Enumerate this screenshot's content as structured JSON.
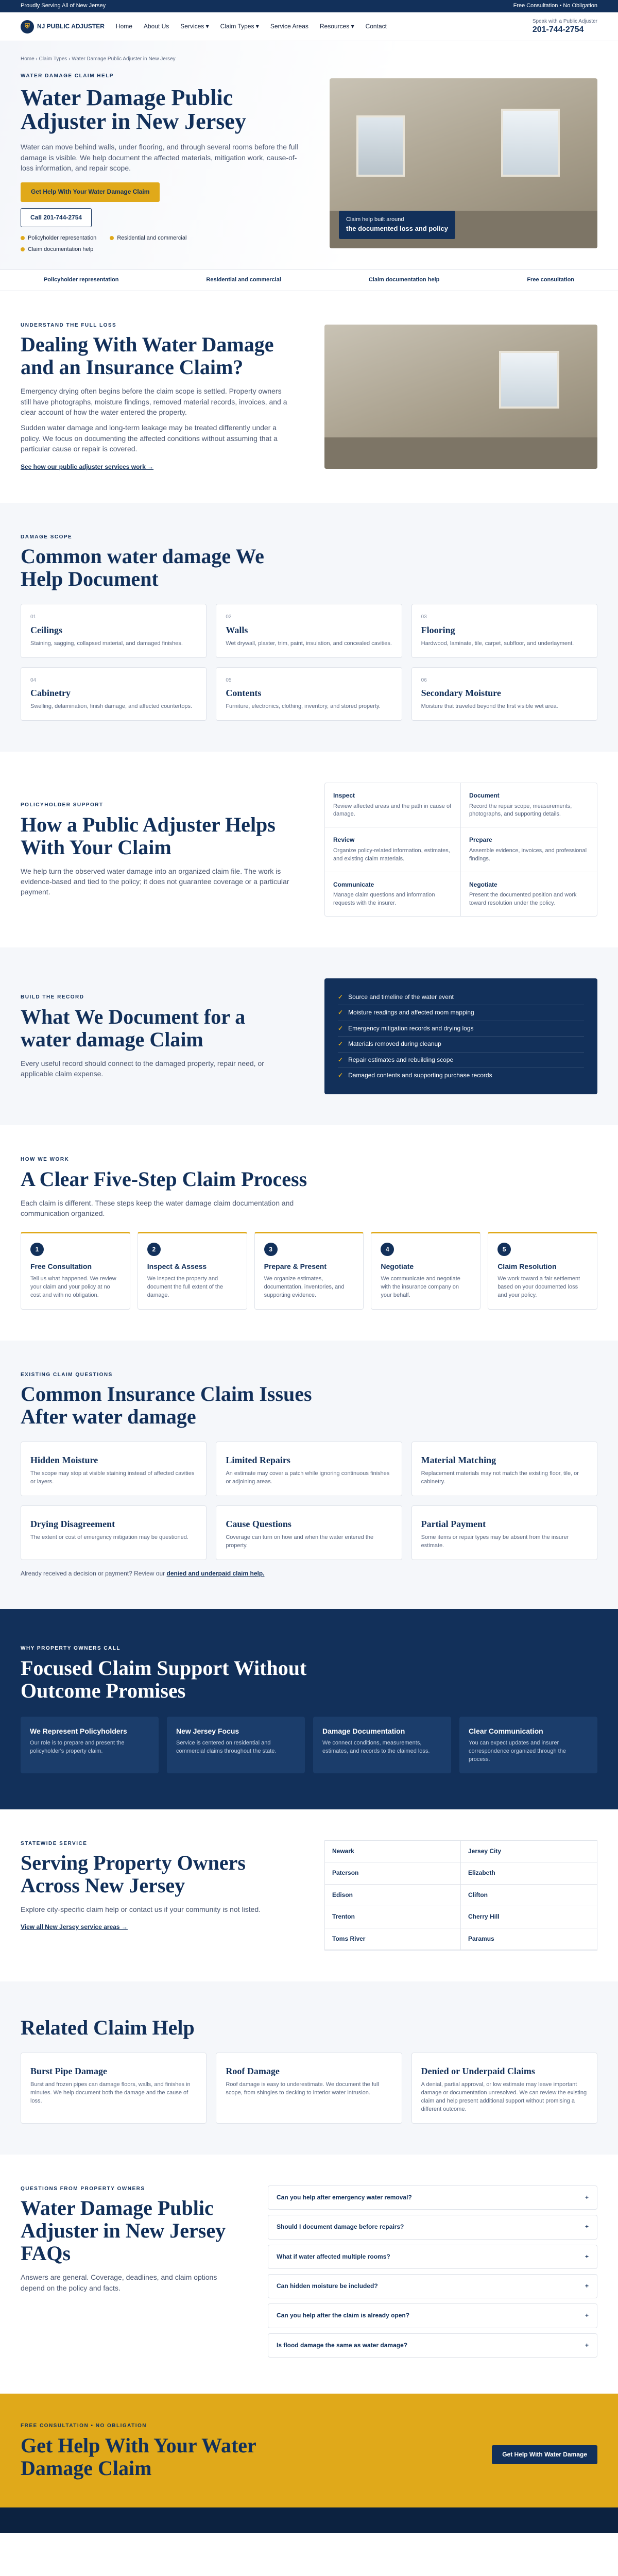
{
  "topbar": {
    "left": "Proudly Serving All of New Jersey",
    "right": "Free Consultation • No Obligation"
  },
  "nav": {
    "logo": "NJ PUBLIC ADJUSTER",
    "links": [
      "Home",
      "About Us",
      "Services ▾",
      "Claim Types ▾",
      "Service Areas",
      "Resources ▾",
      "Contact"
    ],
    "call_label": "Speak with a Public Adjuster",
    "phone": "201-744-2754"
  },
  "hero": {
    "crumbs": "Home  ›  Claim Types  ›  Water Damage Public Adjuster in New Jersey",
    "eyebrow": "WATER DAMAGE CLAIM HELP",
    "title": "Water Damage Public Adjuster in New Jersey",
    "lead": "Water can move behind walls, under flooring, and through several rooms before the full damage is visible. We help document the affected materials, mitigation work, cause-of-loss information, and repair scope.",
    "cta": "Get Help With Your Water Damage Claim",
    "phone_btn": "Call 201-744-2754",
    "bullets": [
      "Policyholder representation",
      "Residential and commercial",
      "Claim documentation help"
    ],
    "caption_small": "Claim help built around",
    "caption_big": "the documented loss and policy"
  },
  "strip": [
    "Policyholder representation",
    "Residential and commercial",
    "Claim documentation help",
    "Free consultation"
  ],
  "loss": {
    "eyebrow": "UNDERSTAND THE FULL LOSS",
    "title": "Dealing With Water Damage and an Insurance Claim?",
    "p1": "Emergency drying often begins before the claim scope is settled. Property owners still have photographs, moisture findings, removed material records, invoices, and a clear account of how the water entered the property.",
    "p2": "Sudden water damage and long-term leakage may be treated differently under a policy. We focus on documenting the affected conditions without assuming that a particular cause or repair is covered.",
    "link": "See how our public adjuster services work →"
  },
  "document": {
    "eyebrow": "DAMAGE SCOPE",
    "title": "Common water damage We Help Document",
    "items": [
      {
        "n": "01",
        "t": "Ceilings",
        "d": "Staining, sagging, collapsed material, and damaged finishes."
      },
      {
        "n": "02",
        "t": "Walls",
        "d": "Wet drywall, plaster, trim, paint, insulation, and concealed cavities."
      },
      {
        "n": "03",
        "t": "Flooring",
        "d": "Hardwood, laminate, tile, carpet, subfloor, and underlayment."
      },
      {
        "n": "04",
        "t": "Cabinetry",
        "d": "Swelling, delamination, finish damage, and affected countertops."
      },
      {
        "n": "05",
        "t": "Contents",
        "d": "Furniture, electronics, clothing, inventory, and stored property."
      },
      {
        "n": "06",
        "t": "Secondary Moisture",
        "d": "Moisture that traveled beyond the first visible wet area."
      }
    ]
  },
  "helps": {
    "eyebrow": "POLICYHOLDER SUPPORT",
    "title": "How a Public Adjuster Helps With Your Claim",
    "lead": "We help turn the observed water damage into an organized claim file. The work is evidence-based and tied to the policy; it does not guarantee coverage or a particular payment.",
    "tiles": [
      {
        "t": "Inspect",
        "d": "Review affected areas and the path in cause of damage."
      },
      {
        "t": "Document",
        "d": "Record the repair scope, measurements, photographs, and supporting details."
      },
      {
        "t": "Review",
        "d": "Organize policy-related information, estimates, and existing claim materials."
      },
      {
        "t": "Prepare",
        "d": "Assemble evidence, invoices, and professional findings."
      },
      {
        "t": "Communicate",
        "d": "Manage claim questions and information requests with the insurer."
      },
      {
        "t": "Negotiate",
        "d": "Present the documented position and work toward resolution under the policy."
      }
    ]
  },
  "record": {
    "eyebrow": "BUILD THE RECORD",
    "title": "What We Document for a water damage Claim",
    "lead": "Every useful record should connect to the damaged property, repair need, or applicable claim expense.",
    "list": [
      "Source and timeline of the water event",
      "Moisture readings and affected room mapping",
      "Emergency mitigation records and drying logs",
      "Materials removed during cleanup",
      "Repair estimates and rebuilding scope",
      "Damaged contents and supporting purchase records"
    ]
  },
  "process": {
    "eyebrow": "HOW WE WORK",
    "title": "A Clear Five-Step Claim Process",
    "lead": "Each claim is different. These steps keep the water damage claim documentation and communication organized.",
    "steps": [
      {
        "n": "1",
        "t": "Free Consultation",
        "d": "Tell us what happened. We review your claim and your policy at no cost and with no obligation."
      },
      {
        "n": "2",
        "t": "Inspect & Assess",
        "d": "We inspect the property and document the full extent of the damage."
      },
      {
        "n": "3",
        "t": "Prepare & Present",
        "d": "We organize estimates, documentation, inventories, and supporting evidence."
      },
      {
        "n": "4",
        "t": "Negotiate",
        "d": "We communicate and negotiate with the insurance company on your behalf."
      },
      {
        "n": "5",
        "t": "Claim Resolution",
        "d": "We work toward a fair settlement based on your documented loss and your policy."
      }
    ]
  },
  "issues": {
    "eyebrow": "EXISTING CLAIM QUESTIONS",
    "title": "Common Insurance Claim Issues After water damage",
    "items": [
      {
        "t": "Hidden Moisture",
        "d": "The scope may stop at visible staining instead of affected cavities or layers."
      },
      {
        "t": "Limited Repairs",
        "d": "An estimate may cover a patch while ignoring continuous finishes or adjoining areas."
      },
      {
        "t": "Material Matching",
        "d": "Replacement materials may not match the existing floor, tile, or cabinetry."
      },
      {
        "t": "Drying Disagreement",
        "d": "The extent or cost of emergency mitigation may be questioned."
      },
      {
        "t": "Cause Questions",
        "d": "Coverage can turn on how and when the water entered the property."
      },
      {
        "t": "Partial Payment",
        "d": "Some items or repair types may be absent from the insurer estimate."
      }
    ],
    "note": "Already received a decision or payment? Review our ",
    "note_link": "denied and underpaid claim help."
  },
  "why": {
    "eyebrow": "WHY PROPERTY OWNERS CALL",
    "title": "Focused Claim Support Without Outcome Promises",
    "items": [
      {
        "t": "We Represent Policyholders",
        "d": "Our role is to prepare and present the policyholder's property claim."
      },
      {
        "t": "New Jersey Focus",
        "d": "Service is centered on residential and commercial claims throughout the state."
      },
      {
        "t": "Damage Documentation",
        "d": "We connect conditions, measurements, estimates, and records to the claimed loss."
      },
      {
        "t": "Clear Communication",
        "d": "You can expect updates and insurer correspondence organized through the process."
      }
    ]
  },
  "areas": {
    "eyebrow": "STATEWIDE SERVICE",
    "title": "Serving Property Owners Across New Jersey",
    "lead": "Explore city-specific claim help or contact us if your community is not listed.",
    "link": "View all New Jersey service areas →",
    "cities": [
      "Newark",
      "Jersey City",
      "Paterson",
      "Elizabeth",
      "Edison",
      "Clifton",
      "Trenton",
      "Cherry Hill",
      "Toms River",
      "Paramus"
    ]
  },
  "related": {
    "title": "Related Claim Help",
    "items": [
      {
        "t": "Burst Pipe Damage",
        "d": "Burst and frozen pipes can damage floors, walls, and finishes in minutes. We help document both the damage and the cause of loss."
      },
      {
        "t": "Roof Damage",
        "d": "Roof damage is easy to underestimate. We document the full scope, from shingles to decking to interior water intrusion."
      },
      {
        "t": "Denied or Underpaid Claims",
        "d": "A denial, partial approval, or low estimate may leave important damage or documentation unresolved. We can review the existing claim and help present additional support without promising a different outcome."
      }
    ]
  },
  "faq": {
    "eyebrow": "QUESTIONS FROM PROPERTY OWNERS",
    "title": "Water Damage Public Adjuster in New Jersey FAQs",
    "lead": "Answers are general. Coverage, deadlines, and claim options depend on the policy and facts.",
    "items": [
      "Can you help after emergency water removal?",
      "Should I document damage before repairs?",
      "What if water affected multiple rooms?",
      "Can hidden moisture be included?",
      "Can you help after the claim is already open?",
      "Is flood damage the same as water damage?"
    ]
  },
  "cta": {
    "eyebrow": "FREE CONSULTATION • NO OBLIGATION",
    "title": "Get Help With Your Water Damage Claim",
    "btn": "Get Help With Water Damage"
  }
}
